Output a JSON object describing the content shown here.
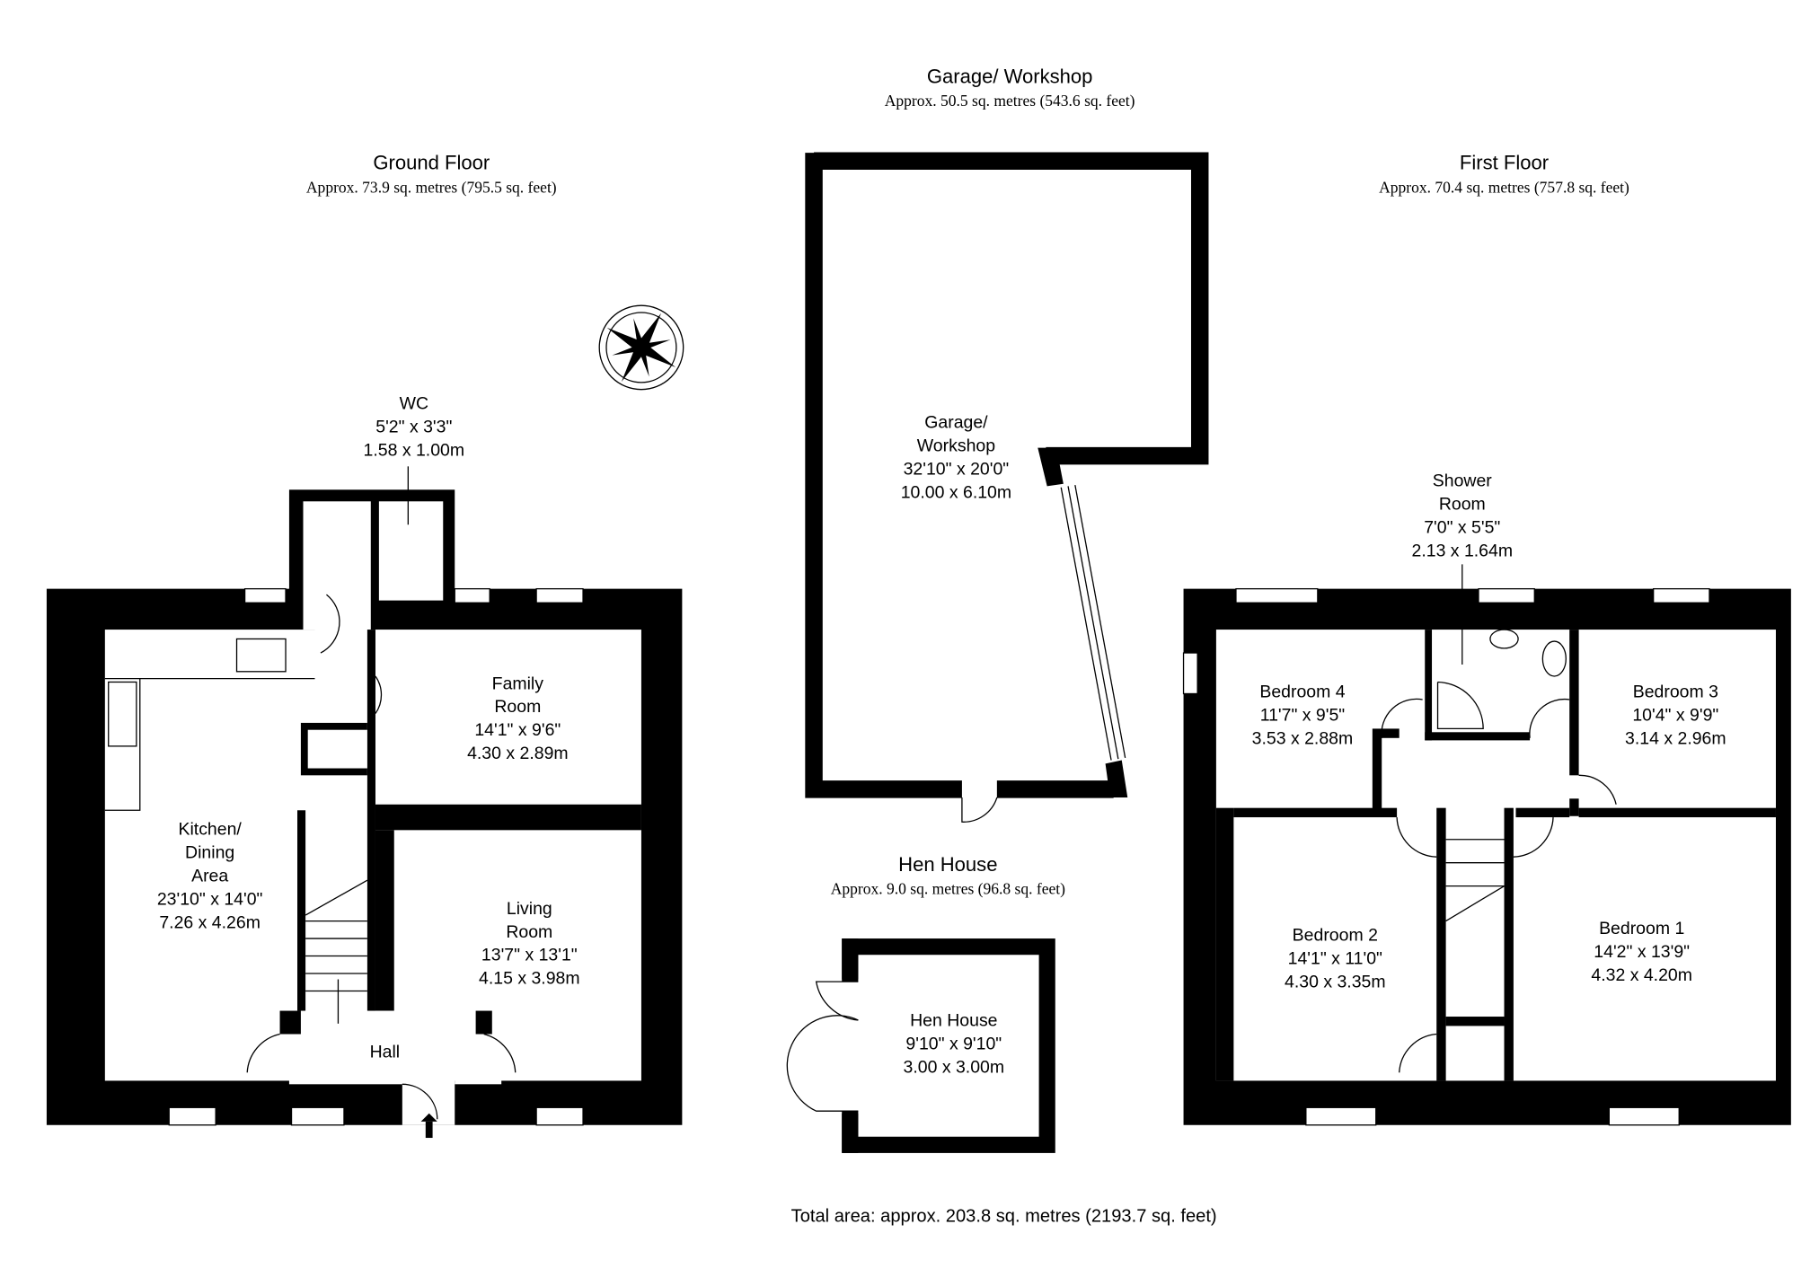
{
  "floors": {
    "garage": {
      "title": "Garage/ Workshop",
      "area": "Approx. 50.5 sq. metres (543.6 sq. feet)"
    },
    "ground": {
      "title": "Ground Floor",
      "area": "Approx. 73.9 sq. metres (795.5 sq. feet)"
    },
    "first": {
      "title": "First Floor",
      "area": "Approx. 70.4 sq. metres (757.8 sq. feet)"
    },
    "hen": {
      "title": "Hen House",
      "area": "Approx. 9.0 sq. metres (96.8 sq. feet)"
    }
  },
  "rooms": {
    "wc": [
      "WC",
      "5'2\" x 3'3\"",
      "1.58 x 1.00m"
    ],
    "kitchen": [
      "Kitchen/",
      "Dining",
      "Area",
      "23'10\" x 14'0\"",
      "7.26 x 4.26m"
    ],
    "family": [
      "Family",
      "Room",
      "14'1\" x 9'6\"",
      "4.30 x 2.89m"
    ],
    "living": [
      "Living",
      "Room",
      "13'7\" x 13'1\"",
      "4.15 x 3.98m"
    ],
    "hall": [
      "Hall"
    ],
    "garage": [
      "Garage/",
      "Workshop",
      "32'10\" x 20'0\"",
      "10.00 x 6.10m"
    ],
    "hen": [
      "Hen House",
      "9'10\" x 9'10\"",
      "3.00 x 3.00m"
    ],
    "shower": [
      "Shower",
      "Room",
      "7'0\" x 5'5\"",
      "2.13 x 1.64m"
    ],
    "bed4": [
      "Bedroom 4",
      "11'7\" x 9'5\"",
      "3.53 x 2.88m"
    ],
    "bed3": [
      "Bedroom 3",
      "10'4\" x 9'9\"",
      "3.14 x 2.96m"
    ],
    "bed2": [
      "Bedroom 2",
      "14'1\" x 11'0\"",
      "4.30 x 3.35m"
    ],
    "bed1": [
      "Bedroom 1",
      "14'2\" x 13'9\"",
      "4.32 x 4.20m"
    ]
  },
  "total": "Total area: approx. 203.8 sq. metres (2193.7 sq. feet)",
  "compass": {
    "icon": "compass-rose-icon"
  }
}
